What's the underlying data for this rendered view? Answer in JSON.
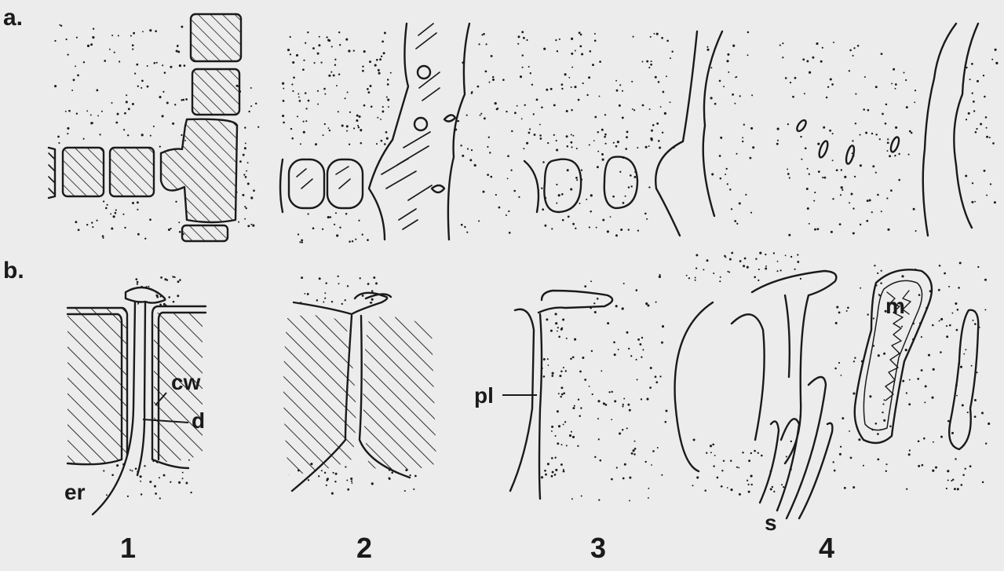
{
  "row_labels": {
    "a": "a.",
    "b": "b."
  },
  "part_labels": {
    "cw": "cw",
    "d": "d",
    "er": "er",
    "pl": "pl",
    "m": "m",
    "s": "s"
  },
  "stage_numbers": [
    "1",
    "2",
    "3",
    "4"
  ],
  "colors": {
    "ink": "#1a1a1a",
    "paper": "#ececec"
  }
}
